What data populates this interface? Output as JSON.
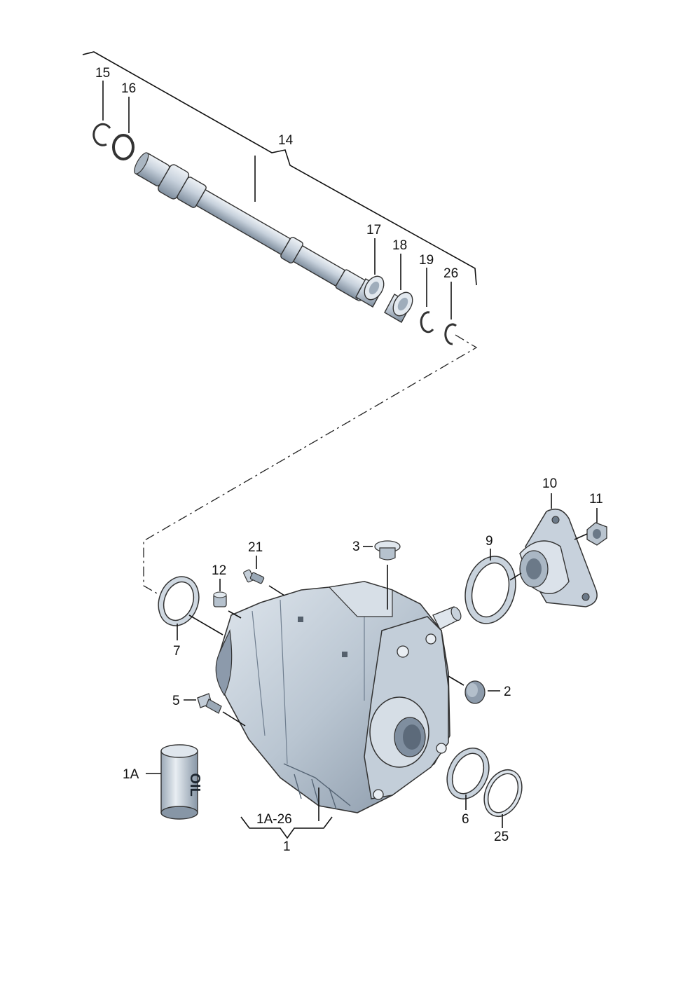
{
  "callouts": {
    "c1": "1",
    "c1a": "1A",
    "c1a26": "1A-26",
    "c2": "2",
    "c3": "3",
    "c5": "5",
    "c6": "6",
    "c7": "7",
    "c9": "9",
    "c10": "10",
    "c11": "11",
    "c12": "12",
    "c14": "14",
    "c15": "15",
    "c16": "16",
    "c17": "17",
    "c18": "18",
    "c19": "19",
    "c21": "21",
    "c25": "25",
    "c26": "26"
  },
  "can_logo_text": "OIL",
  "colors": {
    "part_fill": "#c9d3dd",
    "part_shade": "#8e9cab",
    "part_light": "#e6ecf2",
    "line": "#111111"
  }
}
